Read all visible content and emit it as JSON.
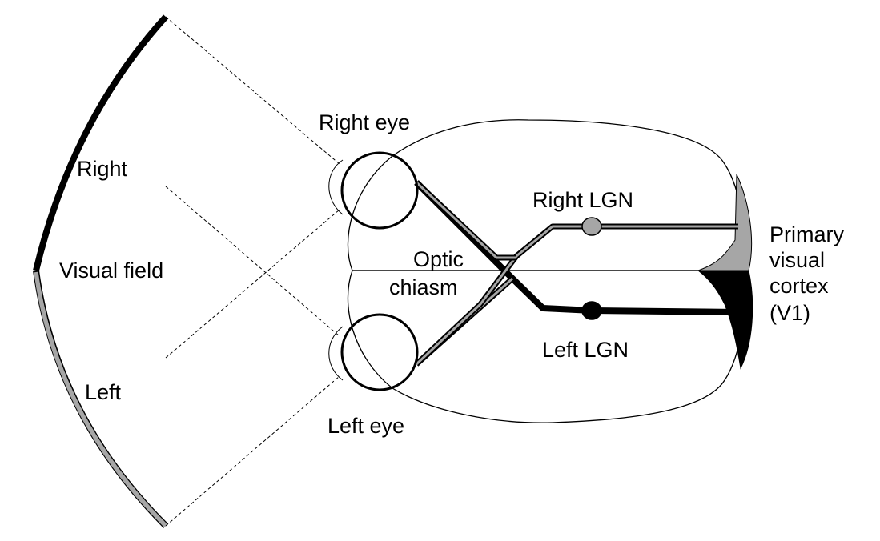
{
  "labels": {
    "right_field": "Right",
    "visual_field": "Visual field",
    "left_field": "Left",
    "right_eye": "Right eye",
    "left_eye": "Left eye",
    "optic_chiasm_line1": "Optic",
    "optic_chiasm_line2": "chiasm",
    "right_lgn": "Right LGN",
    "left_lgn": "Left LGN",
    "v1_line1": "Primary",
    "v1_line2": "visual",
    "v1_line3": "cortex",
    "v1_line4": "(V1)"
  },
  "colors": {
    "right_field": "#000000",
    "left_field": "#a6a6a6",
    "outline": "#000000",
    "background": "#ffffff"
  }
}
